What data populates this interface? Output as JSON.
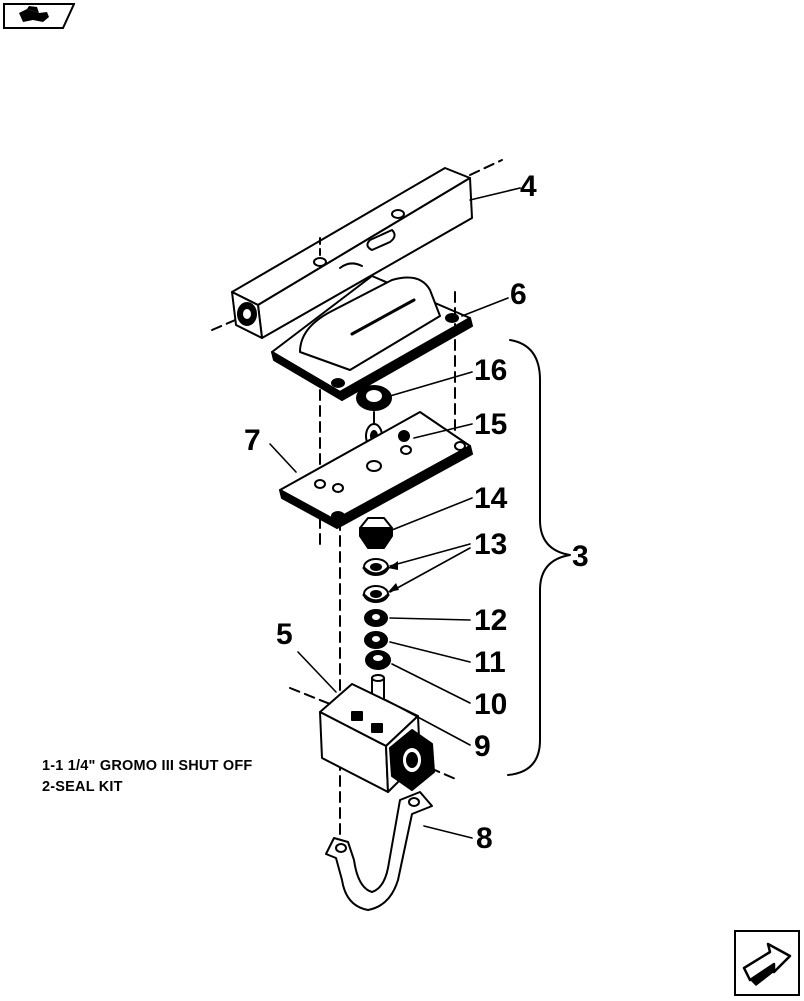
{
  "diagram": {
    "callouts": {
      "c3": "3",
      "c4": "4",
      "c5": "5",
      "c6": "6",
      "c7": "7",
      "c8": "8",
      "c9": "9",
      "c10": "10",
      "c11": "11",
      "c12": "12",
      "c13": "13",
      "c14": "14",
      "c15": "15",
      "c16": "16"
    },
    "notes": {
      "line1": "1-1 1/4\" GROMO III SHUT OFF",
      "line2": "2-SEAL KIT"
    }
  },
  "navigation": {
    "top_icon": "page-back-icon",
    "bottom_icon": "page-forward-icon"
  }
}
